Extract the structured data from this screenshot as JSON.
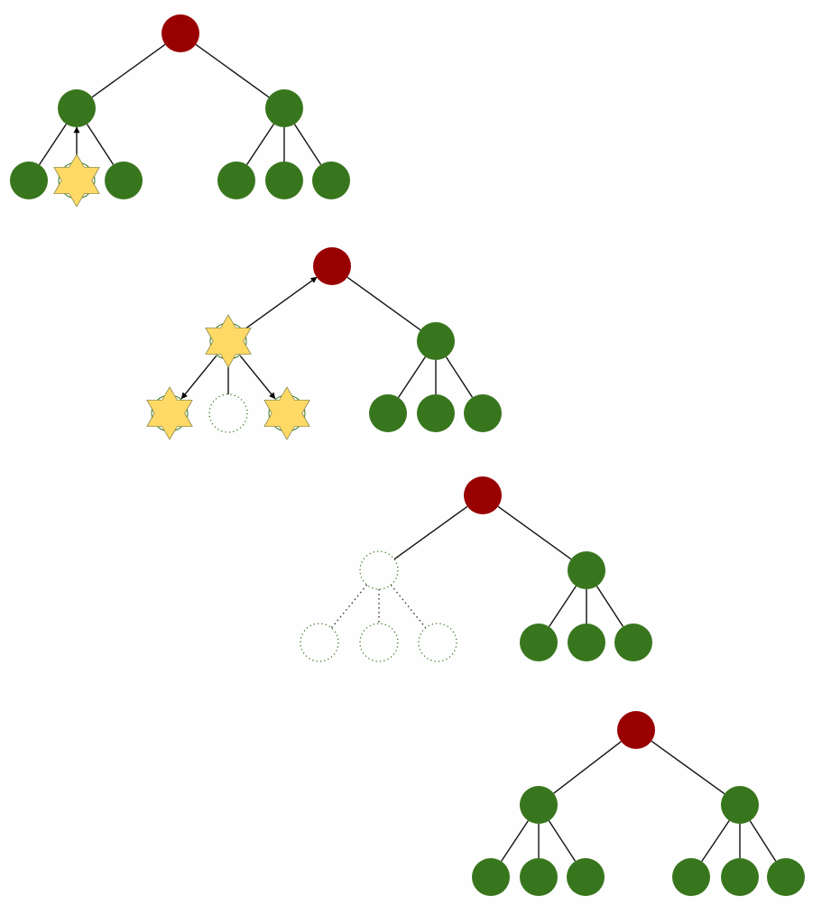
{
  "colors": {
    "root": "#990000",
    "node": "#38761d",
    "star": "#ffd966",
    "star_stroke": "#8a8a4a",
    "edge": "#111111",
    "dotted": "#38761d"
  },
  "trees": [
    {
      "left": {
        "state": "normal",
        "edge": "plain",
        "leaves": [
          {
            "state": "normal",
            "edge": "plain"
          },
          {
            "state": "star",
            "edge": "arrow-up"
          },
          {
            "state": "normal",
            "edge": "plain"
          }
        ]
      },
      "right": {
        "state": "normal",
        "edge": "plain",
        "leaves": [
          {
            "state": "normal",
            "edge": "plain"
          },
          {
            "state": "normal",
            "edge": "plain"
          },
          {
            "state": "normal",
            "edge": "plain"
          }
        ]
      }
    },
    {
      "left": {
        "state": "star",
        "edge": "arrow-up",
        "leaves": [
          {
            "state": "star",
            "edge": "arrow-down"
          },
          {
            "state": "empty",
            "edge": "plain"
          },
          {
            "state": "star",
            "edge": "arrow-down"
          }
        ]
      },
      "right": {
        "state": "normal",
        "edge": "plain",
        "leaves": [
          {
            "state": "normal",
            "edge": "plain"
          },
          {
            "state": "normal",
            "edge": "plain"
          },
          {
            "state": "normal",
            "edge": "plain"
          }
        ]
      }
    },
    {
      "left": {
        "state": "empty",
        "edge": "plain",
        "leaves": [
          {
            "state": "empty",
            "edge": "dotted"
          },
          {
            "state": "empty",
            "edge": "dotted"
          },
          {
            "state": "empty",
            "edge": "dotted"
          }
        ]
      },
      "right": {
        "state": "normal",
        "edge": "plain",
        "leaves": [
          {
            "state": "normal",
            "edge": "plain"
          },
          {
            "state": "normal",
            "edge": "plain"
          },
          {
            "state": "normal",
            "edge": "plain"
          }
        ]
      }
    },
    {
      "left": {
        "state": "normal",
        "edge": "plain",
        "leaves": [
          {
            "state": "normal",
            "edge": "plain"
          },
          {
            "state": "normal",
            "edge": "plain"
          },
          {
            "state": "normal",
            "edge": "plain"
          }
        ]
      },
      "right": {
        "state": "normal",
        "edge": "plain",
        "leaves": [
          {
            "state": "normal",
            "edge": "plain"
          },
          {
            "state": "normal",
            "edge": "plain"
          },
          {
            "state": "normal",
            "edge": "plain"
          }
        ]
      }
    }
  ]
}
